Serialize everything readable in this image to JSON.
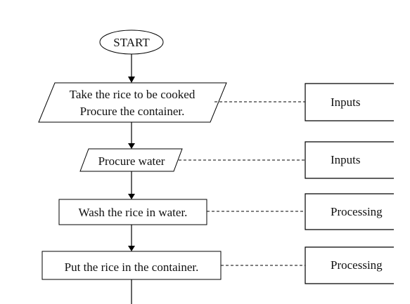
{
  "flowchart": {
    "start_label": "START",
    "steps": [
      {
        "lines": [
          "Take the rice to be cooked",
          "Procure the container."
        ],
        "shape": "parallelogram"
      },
      {
        "lines": [
          "Procure water"
        ],
        "shape": "parallelogram"
      },
      {
        "lines": [
          "Wash the rice in water."
        ],
        "shape": "rectangle"
      },
      {
        "lines": [
          "Put the rice in the container."
        ],
        "shape": "rectangle"
      }
    ],
    "annotations": [
      "Inputs",
      "Inputs",
      "Processing",
      "Processing"
    ]
  }
}
